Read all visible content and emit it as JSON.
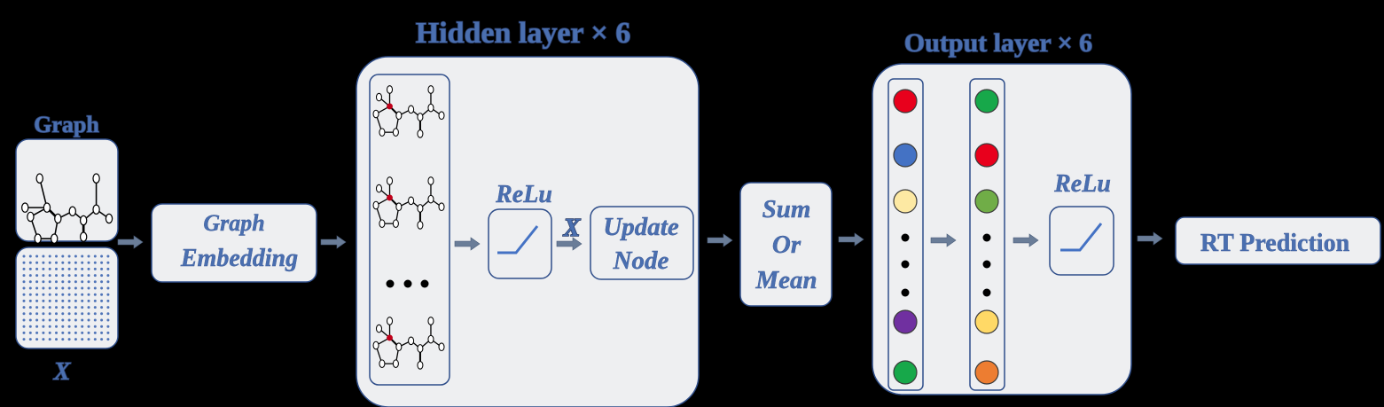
{
  "labels": {
    "graph": "Graph",
    "x_input": "X",
    "graph_embedding_line1": "Graph",
    "graph_embedding_line2": "Embedding",
    "hidden_layer": "Hidden layer × 6",
    "relu_hidden": "ReLu",
    "multiply": "X",
    "update_line1": "Update",
    "update_line2": "Node",
    "pool_line1": "Sum",
    "pool_line2": "Or",
    "pool_line3": "Mean",
    "output_layer": "Output layer × 6",
    "relu_output": "ReLu",
    "rt_prediction": "RT Prediction"
  },
  "output_columns": [
    {
      "colors": [
        "#e8001c",
        "#4472c4",
        "#fde9a3",
        "dots",
        "#7030a0",
        "#17a84a"
      ]
    },
    {
      "colors": [
        "#17a84a",
        "#e8001c",
        "#70ad47",
        "dots",
        "#ffd966",
        "#ed7d31"
      ]
    }
  ],
  "highlight_atom_color": "#c0001a"
}
